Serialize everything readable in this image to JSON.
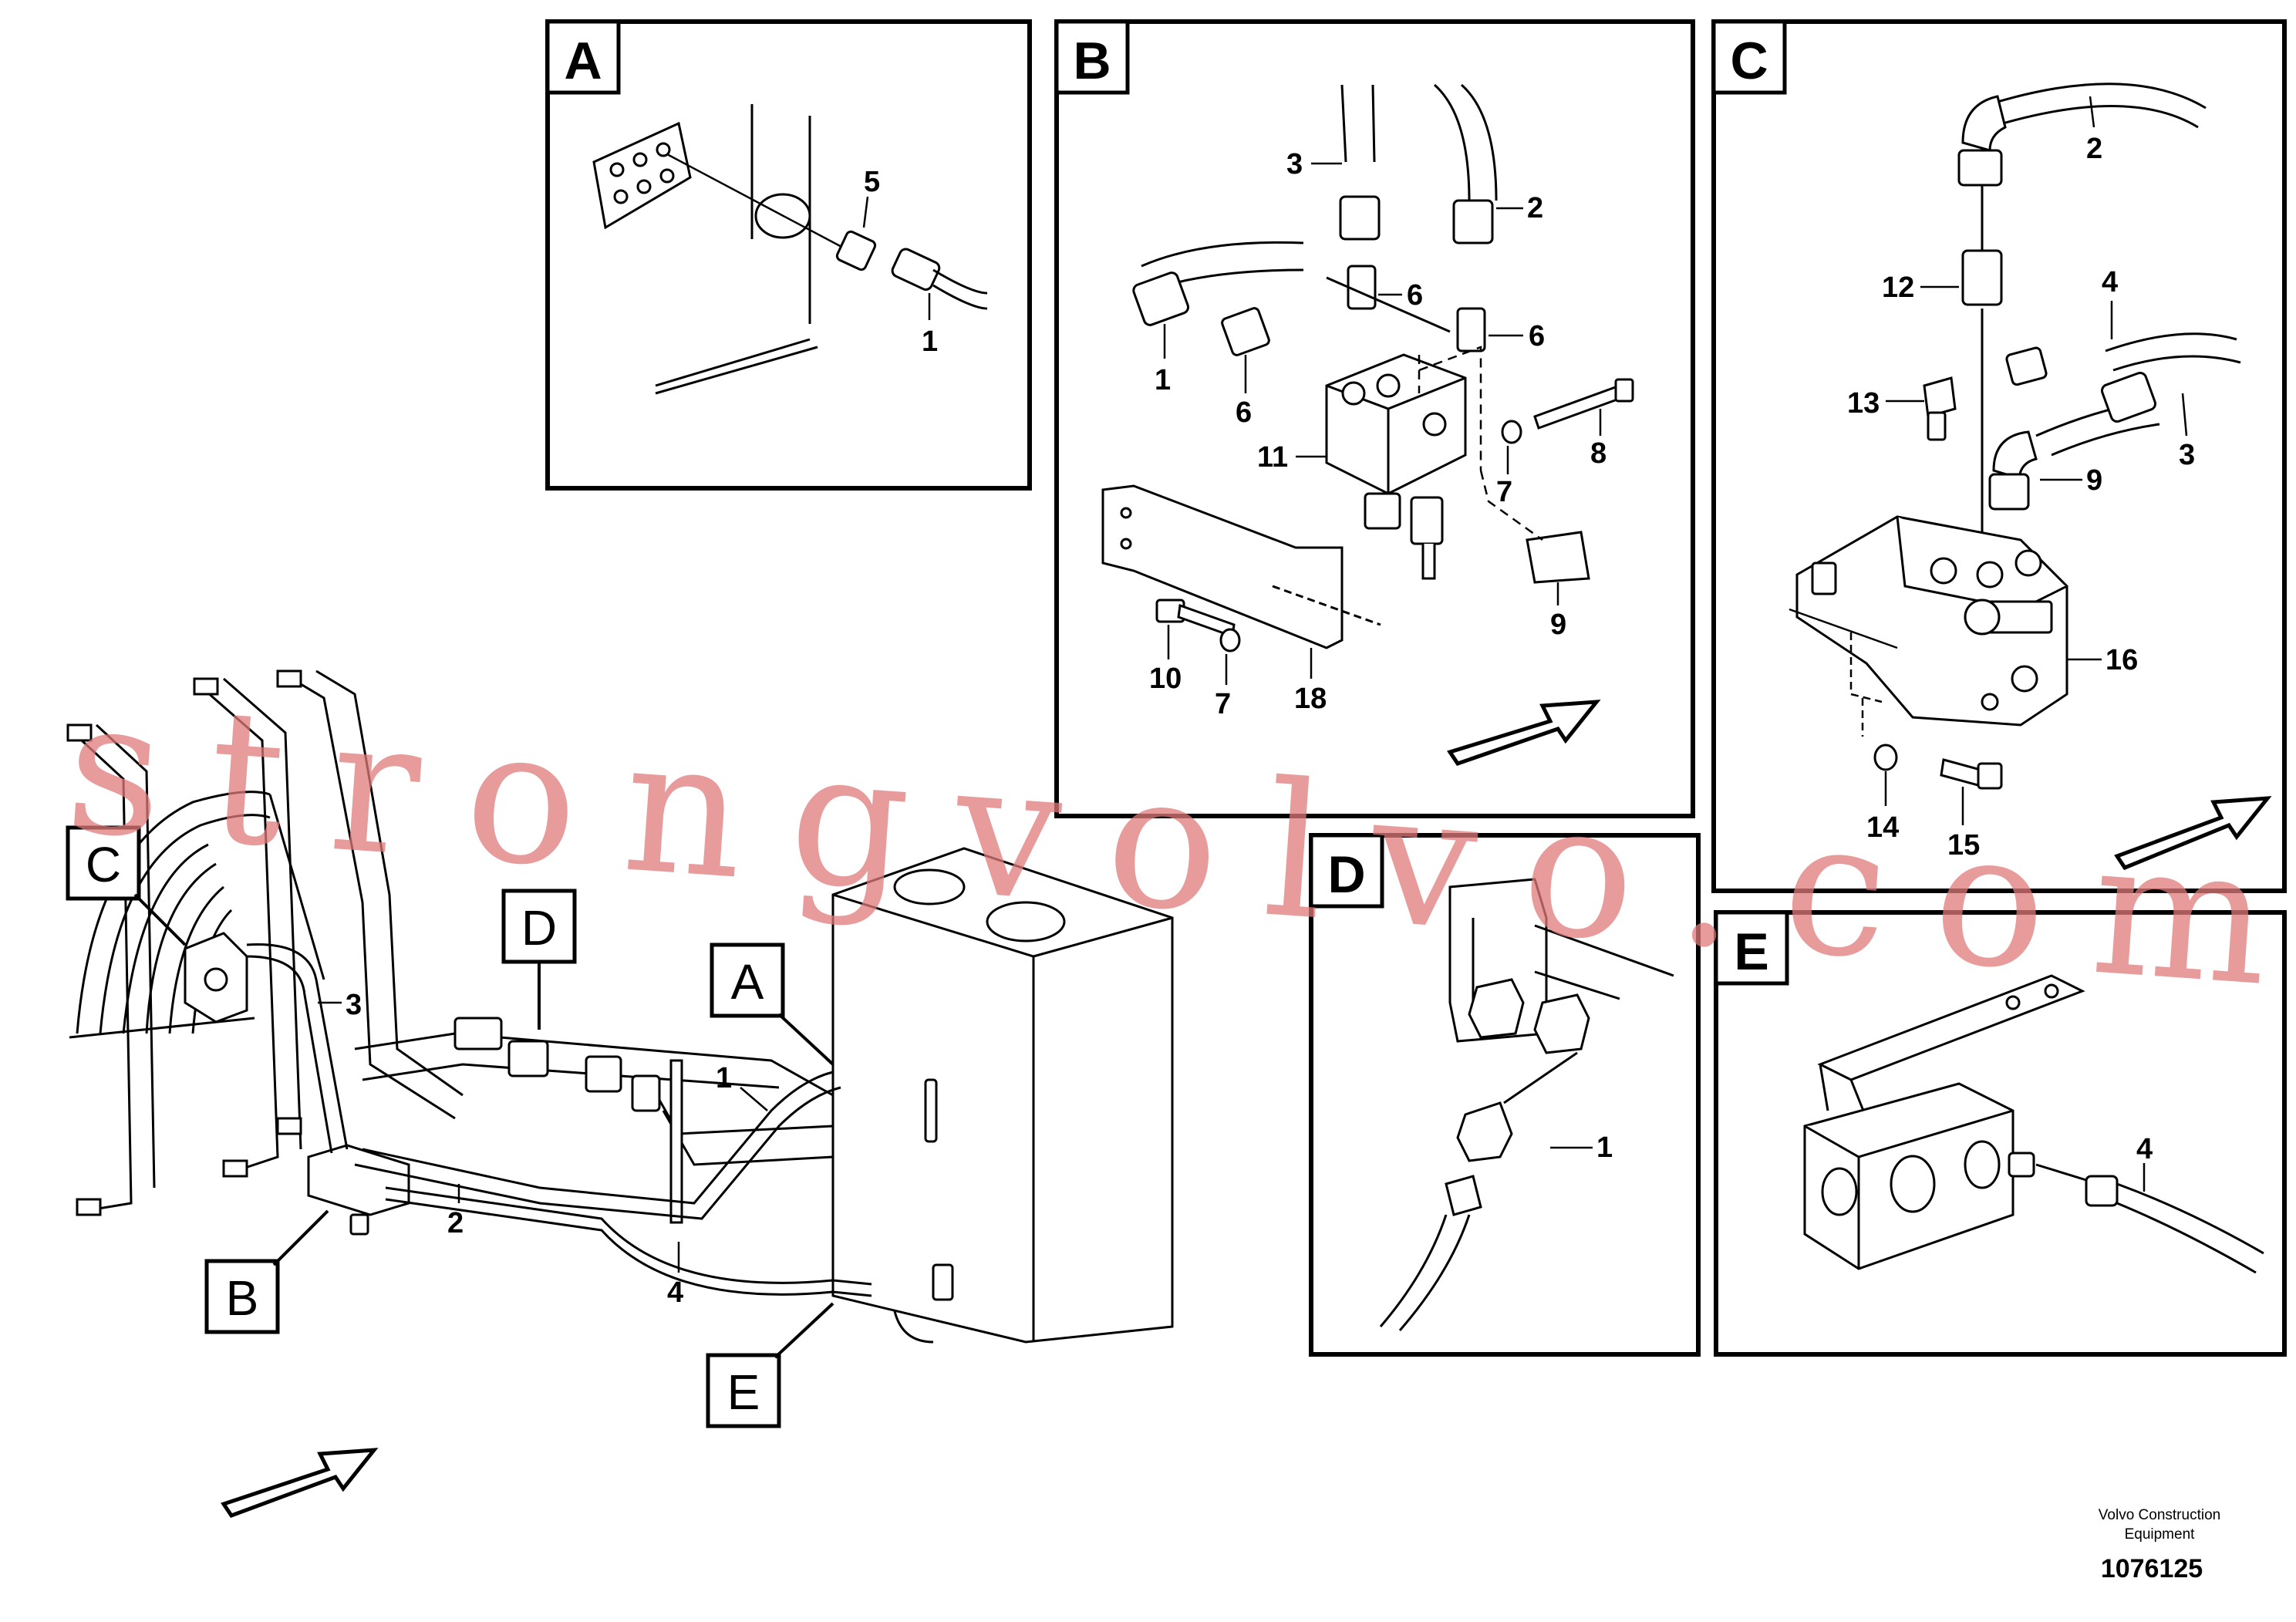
{
  "panels": {
    "A": {
      "label": "A",
      "parts": [
        "5",
        "1"
      ]
    },
    "B": {
      "label": "B",
      "parts": [
        "3",
        "2",
        "6",
        "6",
        "1",
        "6",
        "11",
        "8",
        "7",
        "9",
        "10",
        "7",
        "18"
      ]
    },
    "C": {
      "label": "C",
      "parts": [
        "2",
        "12",
        "4",
        "13",
        "9",
        "3",
        "16",
        "14",
        "15"
      ]
    },
    "D": {
      "label": "D",
      "parts": [
        "1"
      ]
    },
    "E": {
      "label": "E",
      "parts": [
        "4"
      ]
    }
  },
  "overview": {
    "callouts": [
      "C",
      "D",
      "A",
      "B",
      "E"
    ],
    "parts": [
      "3",
      "1",
      "2",
      "4"
    ]
  },
  "watermark": "strongvolvo.com",
  "footer": {
    "company_line1": "Volvo Construction",
    "company_line2": "Equipment",
    "drawing_number": "1076125"
  },
  "colors": {
    "line": "#000000",
    "watermark": "#e07a7a",
    "background": "#ffffff"
  }
}
